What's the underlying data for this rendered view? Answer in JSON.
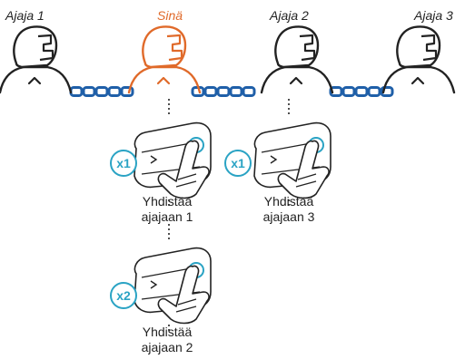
{
  "riders": [
    {
      "label": "Ajaja 1",
      "color": "#222222"
    },
    {
      "label": "Sinä",
      "color": "#e06a2a"
    },
    {
      "label": "Ajaja 2",
      "color": "#222222"
    },
    {
      "label": "Ajaja 3",
      "color": "#222222"
    }
  ],
  "actions": [
    {
      "badge": "x1",
      "caption_line1": "Yhdistää",
      "caption_line2": "ajajaan 1"
    },
    {
      "badge": "x1",
      "caption_line1": "Yhdistää",
      "caption_line2": "ajajaan 3"
    },
    {
      "badge": "x2",
      "caption_line1": "Yhdistää",
      "caption_line2": "ajajaan 2"
    }
  ],
  "colors": {
    "chain": "#1f5fa8",
    "badge": "#2aa3c4",
    "line": "#222222",
    "you": "#e06a2a"
  },
  "icons": {
    "rider": "helmeted-rider-icon",
    "chain": "chain-link-icon",
    "hand": "finger-press-icon",
    "device": "intercom-device-icon"
  }
}
